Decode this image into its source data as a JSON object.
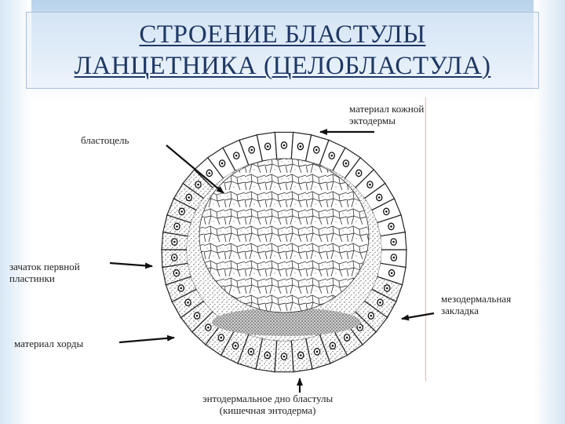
{
  "slide": {
    "title_line1": "СТРОЕНИЕ БЛАСТУЛЫ",
    "title_line2": "ЛАНЦЕТНИКА (ЦЕЛОБЛАСТУЛА)"
  },
  "labels": {
    "skin_ectoderm": [
      "материал кожной",
      "эктодермы"
    ],
    "blastocoel": [
      "бластоцель"
    ],
    "neural_plate": [
      "зачаток первной",
      "пластинки"
    ],
    "notochord": [
      "материал хорды"
    ],
    "mesoderm": [
      "мезодермальная",
      "закладка"
    ],
    "endoderm_floor": [
      "энтодермальное дно бластулы",
      "(кишечная энтодерма)"
    ]
  },
  "colors": {
    "title": "#1f3864",
    "ink": "#222222",
    "cell_fill": "#ffffff",
    "stipple": "#555555"
  }
}
